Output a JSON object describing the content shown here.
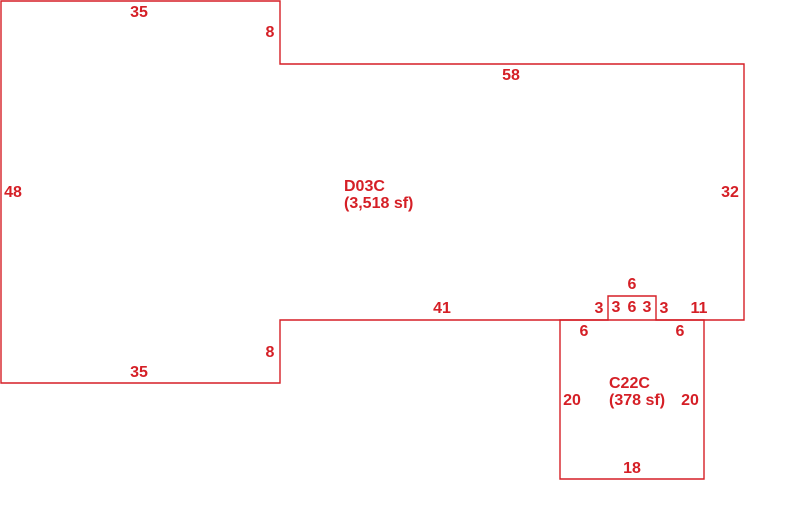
{
  "diagram": {
    "stroke_color": "#d51f26",
    "text_color": "#d51f26",
    "areas": [
      {
        "code": "D03C",
        "area": "(3,518 sf)"
      },
      {
        "code": "C22C",
        "area": "(378 sf)"
      }
    ],
    "dimensions": {
      "d03c_top_left": "35",
      "d03c_step_top": "8",
      "d03c_top_right": "58",
      "d03c_left": "48",
      "d03c_right": "32",
      "d03c_bottom_mid": "41",
      "d03c_step_bottom": "8",
      "d03c_bottom_left": "35",
      "bump_top": "6",
      "bump_left_outer": "3",
      "bump_left_inner": "3",
      "bump_inner": "6",
      "bump_right_inner": "3",
      "bump_right_outer": "3",
      "d03c_bottom_right": "11",
      "c22c_top_left": "6",
      "c22c_top_right": "6",
      "c22c_left": "20",
      "c22c_right": "20",
      "c22c_bottom": "18"
    }
  }
}
